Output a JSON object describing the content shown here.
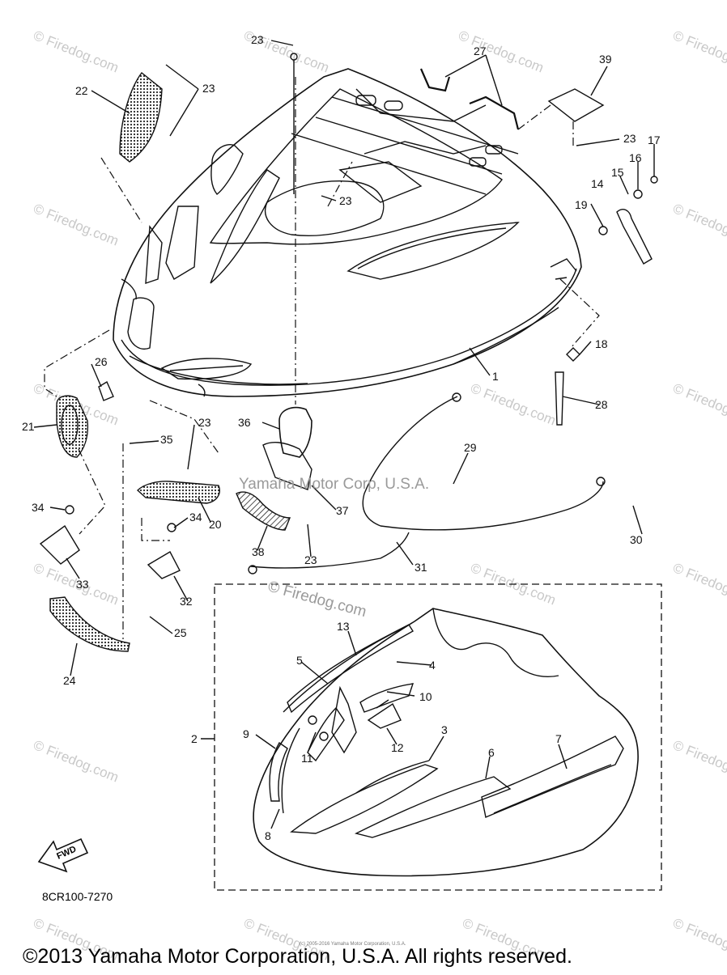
{
  "diagram": {
    "part_labels": [
      {
        "id": "p1",
        "text": "1"
      },
      {
        "id": "p2",
        "text": "2"
      },
      {
        "id": "p3",
        "text": "3"
      },
      {
        "id": "p4",
        "text": "4"
      },
      {
        "id": "p5",
        "text": "5"
      },
      {
        "id": "p6",
        "text": "6"
      },
      {
        "id": "p7",
        "text": "7"
      },
      {
        "id": "p8",
        "text": "8"
      },
      {
        "id": "p9",
        "text": "9"
      },
      {
        "id": "p10",
        "text": "10"
      },
      {
        "id": "p11",
        "text": "11"
      },
      {
        "id": "p12",
        "text": "12"
      },
      {
        "id": "p13",
        "text": "13"
      },
      {
        "id": "p14",
        "text": "14"
      },
      {
        "id": "p15",
        "text": "15"
      },
      {
        "id": "p16",
        "text": "16"
      },
      {
        "id": "p17",
        "text": "17"
      },
      {
        "id": "p18",
        "text": "18"
      },
      {
        "id": "p19",
        "text": "19"
      },
      {
        "id": "p20",
        "text": "20"
      },
      {
        "id": "p21",
        "text": "21"
      },
      {
        "id": "p22",
        "text": "22"
      },
      {
        "id": "p23a",
        "text": "23"
      },
      {
        "id": "p23b",
        "text": "23"
      },
      {
        "id": "p23c",
        "text": "23"
      },
      {
        "id": "p23d",
        "text": "23"
      },
      {
        "id": "p23e",
        "text": "23"
      },
      {
        "id": "p23f",
        "text": "23"
      },
      {
        "id": "p24",
        "text": "24"
      },
      {
        "id": "p25",
        "text": "25"
      },
      {
        "id": "p26",
        "text": "26"
      },
      {
        "id": "p27",
        "text": "27"
      },
      {
        "id": "p28",
        "text": "28"
      },
      {
        "id": "p29",
        "text": "29"
      },
      {
        "id": "p30",
        "text": "30"
      },
      {
        "id": "p31",
        "text": "31"
      },
      {
        "id": "p32",
        "text": "32"
      },
      {
        "id": "p33",
        "text": "33"
      },
      {
        "id": "p34a",
        "text": "34"
      },
      {
        "id": "p34b",
        "text": "34"
      },
      {
        "id": "p35",
        "text": "35"
      },
      {
        "id": "p36",
        "text": "36"
      },
      {
        "id": "p37",
        "text": "37"
      },
      {
        "id": "p38",
        "text": "38"
      },
      {
        "id": "p39",
        "text": "39"
      }
    ],
    "diagram_code": "8CR100-7270",
    "fwd_label": "FWD"
  },
  "watermarks": {
    "site": "© Firedog.com",
    "center_text": "Yamaha Motor Corp, U.S.A.",
    "center_site": "© Firedog.com",
    "fine_print": "(c) 2005-2016 Yamaha Motor Corporation, U.S.A."
  },
  "footer": {
    "copyright": "©2013 Yamaha Motor Corporation, U.S.A. All rights reserved."
  }
}
